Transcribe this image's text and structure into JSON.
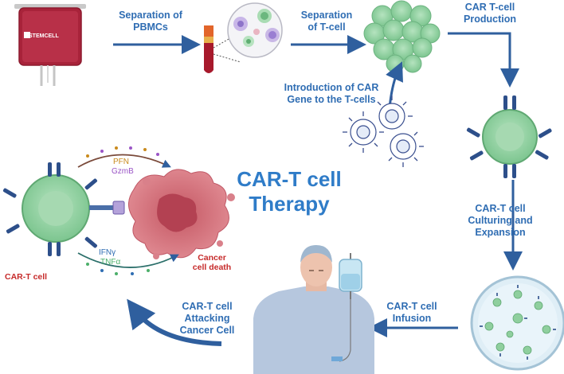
{
  "title": {
    "line1": "CAR-T cell",
    "line2": "Therapy"
  },
  "steps": {
    "pbmc": {
      "line1": "Separation of",
      "line2": "PBMCs"
    },
    "tcell": {
      "line1": "Separation",
      "line2": "of T-cell"
    },
    "car_production": {
      "line1": "CAR T-cell",
      "line2": "Production"
    },
    "introduction": {
      "line1": "Introduction of CAR",
      "line2": "Gene to the T-cells"
    },
    "culturing": {
      "line1": "CAR-T cell",
      "line2": "Culturing and",
      "line3": "Expansion"
    },
    "infusion": {
      "line1": "CAR-T cell",
      "line2": "Infusion"
    },
    "attacking": {
      "line1": "CAR-T cell",
      "line2": "Attacking",
      "line3": "Cancer Cell"
    }
  },
  "panel": {
    "car_t_cell": "CAR-T cell",
    "cancer_line1": "Cancer",
    "cancer_line2": "cell death",
    "pfn": "PFN",
    "gzmb": "GzmB",
    "ifng": "IFNγ",
    "tnfa": "TNFα"
  },
  "bag_brand": "STEMCELL",
  "colors": {
    "text_blue": "#2f6db3",
    "arrow_blue": "#2f5f9e",
    "cell_green": "#8fcf9e",
    "cancer_red": "#c62a2a",
    "pfn_orange": "#c98a1c",
    "gzmb_purple": "#9a55c6",
    "ifng_blue": "#2f6db3",
    "tnfa_green": "#4caf6a"
  }
}
